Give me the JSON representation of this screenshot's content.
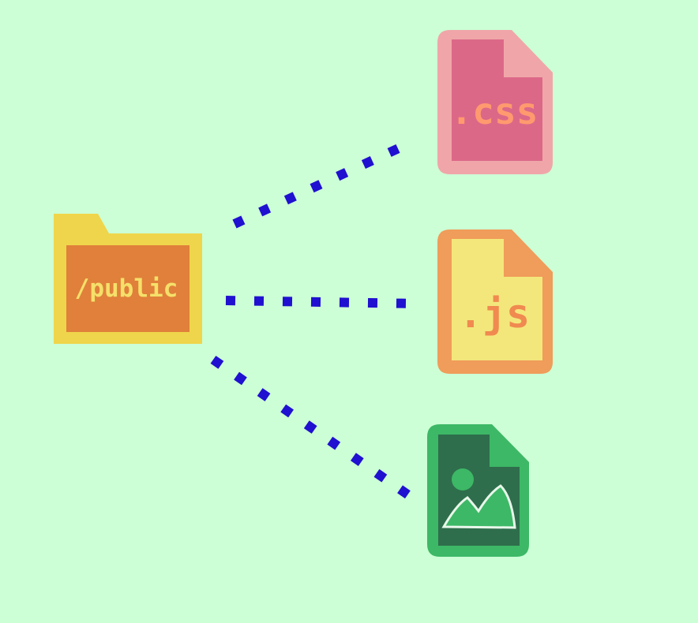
{
  "folder": {
    "label": "/public",
    "colors": {
      "outer": "#efd54b",
      "inner": "#e0803a",
      "text": "#f5e06a"
    }
  },
  "files": [
    {
      "kind": "css",
      "label": ".css",
      "colors": {
        "outer": "#f0a6a8",
        "inner": "#dc6888",
        "text": "#ff9a6e"
      }
    },
    {
      "kind": "js",
      "label": ".js",
      "colors": {
        "outer": "#f09c5a",
        "inner": "#f3e77c",
        "text": "#f08a50"
      }
    },
    {
      "kind": "image",
      "label": "",
      "icon": "image-icon",
      "colors": {
        "outer": "#3db866",
        "inner": "#2e6e4c",
        "glyph": "#3db866"
      }
    }
  ],
  "connector_color": "#2010d0",
  "background": "#ccffd5"
}
